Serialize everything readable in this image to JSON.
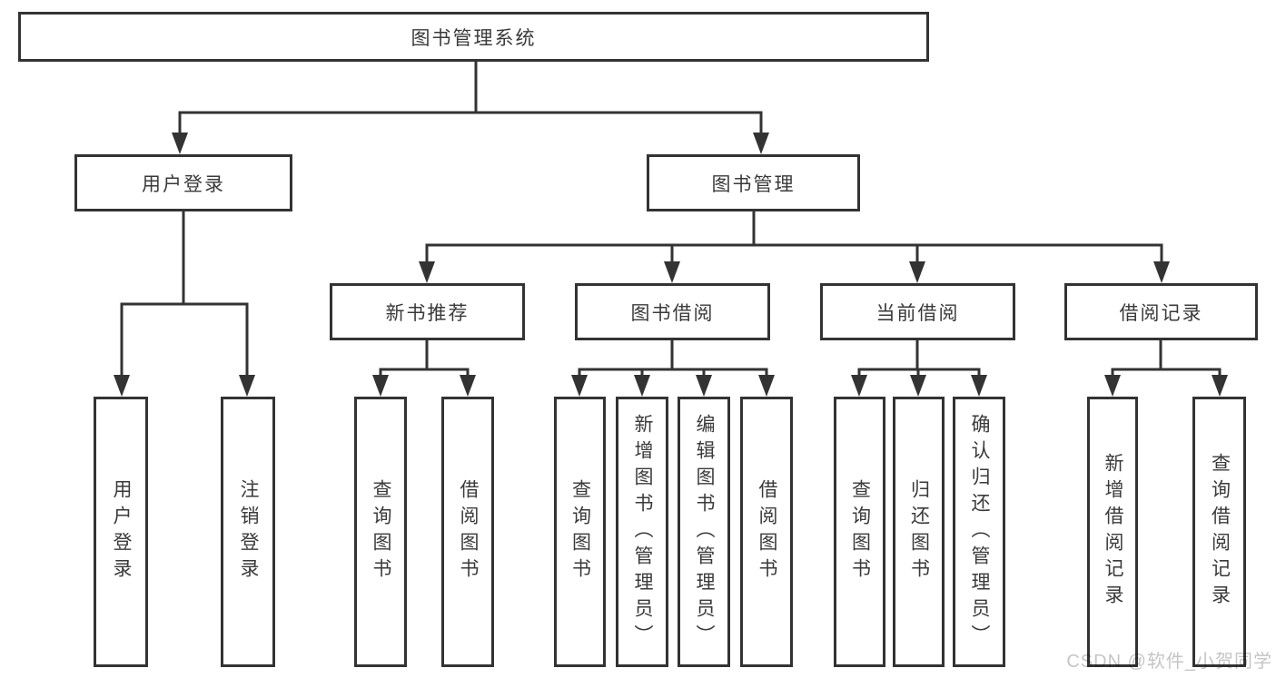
{
  "diagram": {
    "title": "图书管理系统",
    "nodes": {
      "root": "图书管理系统",
      "user_login": "用户登录",
      "book_mgmt": "图书管理",
      "new_book_rec": "新书推荐",
      "book_borrow": "图书借阅",
      "current_borrow": "当前借阅",
      "borrow_records": "借阅记录",
      "leaf_user_login": "用户登录",
      "leaf_logout": "注销登录",
      "leaf_rec_query": "查询图书",
      "leaf_rec_borrow": "借阅图书",
      "leaf_bb_query": "查询图书",
      "leaf_bb_add": "新增图书（管理员）",
      "leaf_bb_edit": "编辑图书（管理员）",
      "leaf_bb_borrow": "借阅图书",
      "leaf_cb_query": "查询图书",
      "leaf_cb_return": "归还图书",
      "leaf_cb_confirm": "确认归还（管理员）",
      "leaf_br_add": "新增借阅记录",
      "leaf_br_query": "查询借阅记录"
    },
    "hierarchy": {
      "图书管理系统": [
        "用户登录",
        "图书管理"
      ],
      "用户登录": [
        "用户登录",
        "注销登录"
      ],
      "图书管理": [
        "新书推荐",
        "图书借阅",
        "当前借阅",
        "借阅记录"
      ],
      "新书推荐": [
        "查询图书",
        "借阅图书"
      ],
      "图书借阅": [
        "查询图书",
        "新增图书（管理员）",
        "编辑图书（管理员）",
        "借阅图书"
      ],
      "当前借阅": [
        "查询图书",
        "归还图书",
        "确认归还（管理员）"
      ],
      "借阅记录": [
        "新增借阅记录",
        "查询借阅记录"
      ]
    },
    "colors": {
      "line": "#333333",
      "text": "#3a3a3a",
      "background": "#ffffff",
      "watermark": "#c5c5c5"
    }
  },
  "watermark": {
    "text": "CSDN @软件_小贺同学"
  }
}
